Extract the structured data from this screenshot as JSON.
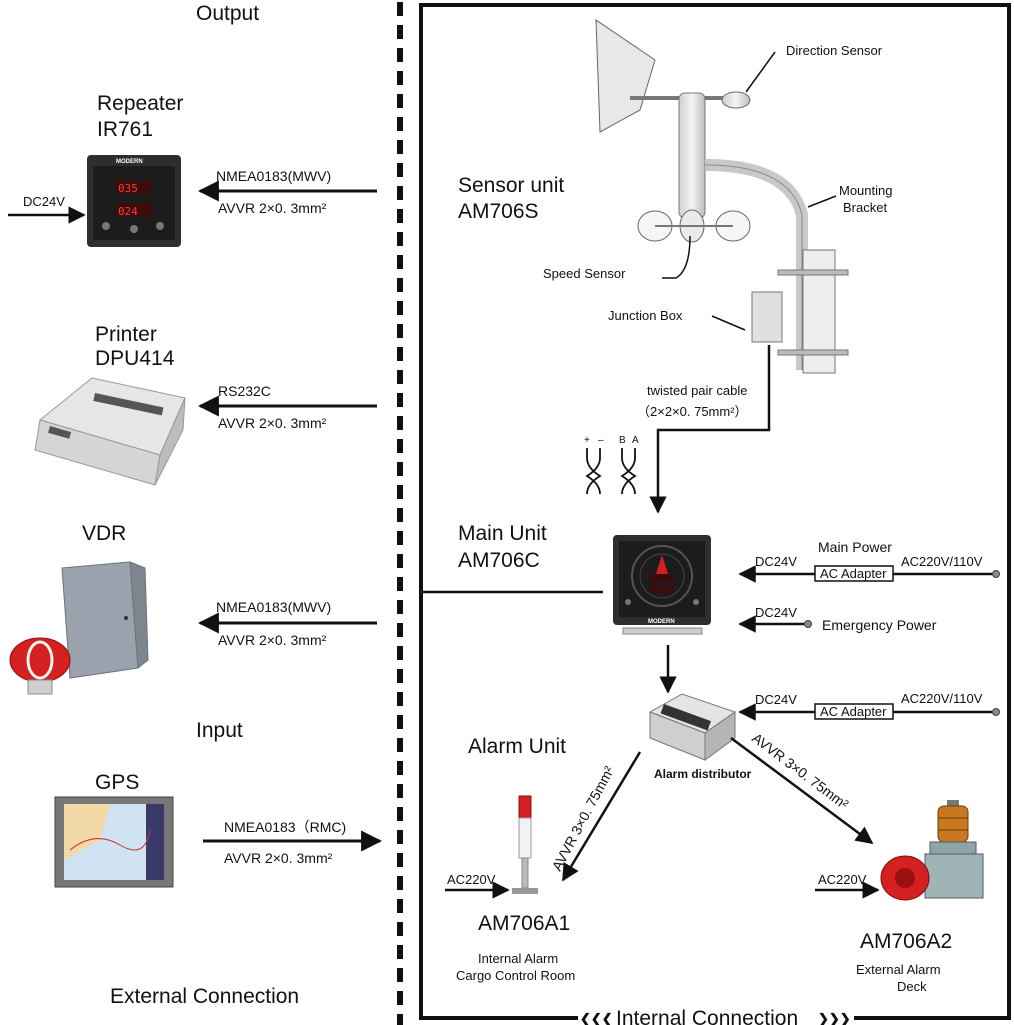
{
  "sections": {
    "output": "Output",
    "input": "Input",
    "external": "External Connection",
    "internal": "Internal Connection"
  },
  "external_devices": {
    "repeater": {
      "name": "Repeater",
      "model": "IR761",
      "brand": "MODERN",
      "power": "DC24V",
      "signal": "NMEA0183(MWV)",
      "cable": "AVVR 2×0. 3mm²"
    },
    "printer": {
      "name": "Printer",
      "model": "DPU414",
      "signal": "RS232C",
      "cable": "AVVR 2×0. 3mm²"
    },
    "vdr": {
      "name": "VDR",
      "signal": "NMEA0183(MWV)",
      "cable": "AVVR 2×0. 3mm²"
    },
    "gps": {
      "name": "GPS",
      "signal": "NMEA0183（RMC)",
      "cable": "AVVR 2×0. 3mm²"
    }
  },
  "sensor_unit": {
    "name": "Sensor unit",
    "model": "AM706S",
    "direction_sensor": "Direction Sensor",
    "mounting_bracket_1": "Mounting",
    "mounting_bracket_2": "Bracket",
    "speed_sensor": "Speed Sensor",
    "junction_box": "Junction Box",
    "cable_1": "twisted pair cable",
    "cable_2": "（2×2×0. 75mm²）",
    "polarity_plus": "+",
    "polarity_minus": "–",
    "line_b": "B",
    "line_a": "A"
  },
  "main_unit": {
    "name": "Main Unit",
    "model": "AM706C",
    "brand": "MODERN",
    "main_power": "Main Power",
    "dc": "DC24V",
    "adapter": "AC Adapter",
    "ac": "AC220V/110V",
    "emergency_dc": "DC24V",
    "emergency_power": "Emergency Power"
  },
  "alarm_unit": {
    "name": "Alarm Unit",
    "distributor": "Alarm distributor",
    "dc": "DC24V",
    "adapter": "AC Adapter",
    "ac": "AC220V/110V",
    "cable_left": "AVVR 3×0. 75mm²",
    "cable_right": "AVVR 3×0. 75mm²",
    "a1_model": "AM706A1",
    "a1_desc_1": "Internal Alarm",
    "a1_desc_2": "Cargo Control Room",
    "a1_power": "AC220V",
    "a2_model": "AM706A2",
    "a2_desc_1": "External Alarm",
    "a2_desc_2": "Deck",
    "a2_power": "AC220V"
  },
  "colors": {
    "line": "#111111",
    "device_dark": "#2e2e2e",
    "device_grey": "#9aa3ad",
    "alarm_red": "#d42020",
    "alarm_amber": "#c8781e"
  }
}
